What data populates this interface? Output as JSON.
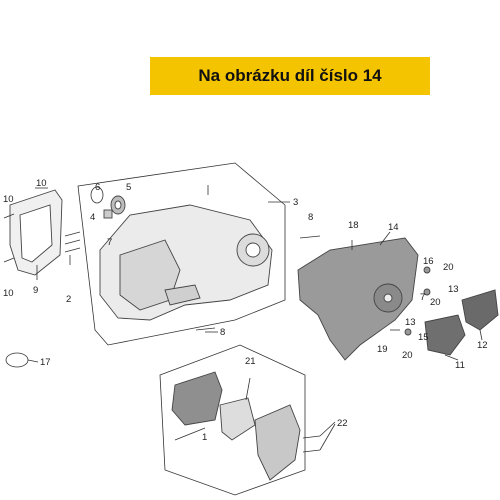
{
  "banner": {
    "text": "Na obrázku díl číslo 14"
  },
  "highlight_color": "#f5c400",
  "callouts": {
    "c1": "1",
    "c2": "2",
    "c3": "3",
    "c4": "4",
    "c5": "5",
    "c6": "6",
    "c7": "7",
    "c8a": "8",
    "c8b": "8",
    "c9": "9",
    "c10a": "10",
    "c10b": "10",
    "c10c": "10",
    "c11": "11",
    "c12": "12",
    "c13a": "13",
    "c13b": "13",
    "c14": "14",
    "c15": "15",
    "c16": "16",
    "c17": "17",
    "c18": "18",
    "c19": "19",
    "c20a": "20",
    "c20b": "20",
    "c20c": "20",
    "c21": "21",
    "c22": "22"
  }
}
